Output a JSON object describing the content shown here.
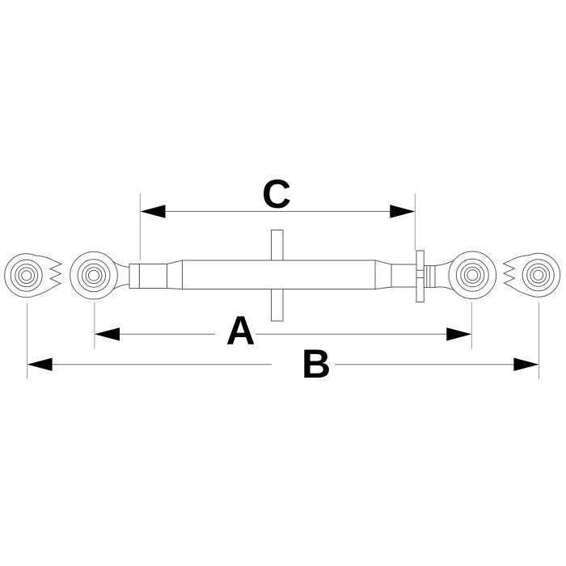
{
  "drawing": {
    "subject": "top-link-assembly-dimension-diagram",
    "dimensions": {
      "c": {
        "label": "C"
      },
      "a": {
        "label": "A"
      },
      "b": {
        "label": "B"
      }
    }
  },
  "colors": {
    "background": "#ffffff",
    "part_outline": "#5a5a5a",
    "dimension_line": "#6e6e6e",
    "extension_line": "#9a9a9a",
    "arrowhead": "#000000",
    "label_text": "#000000",
    "part_fill": "#ffffff"
  }
}
